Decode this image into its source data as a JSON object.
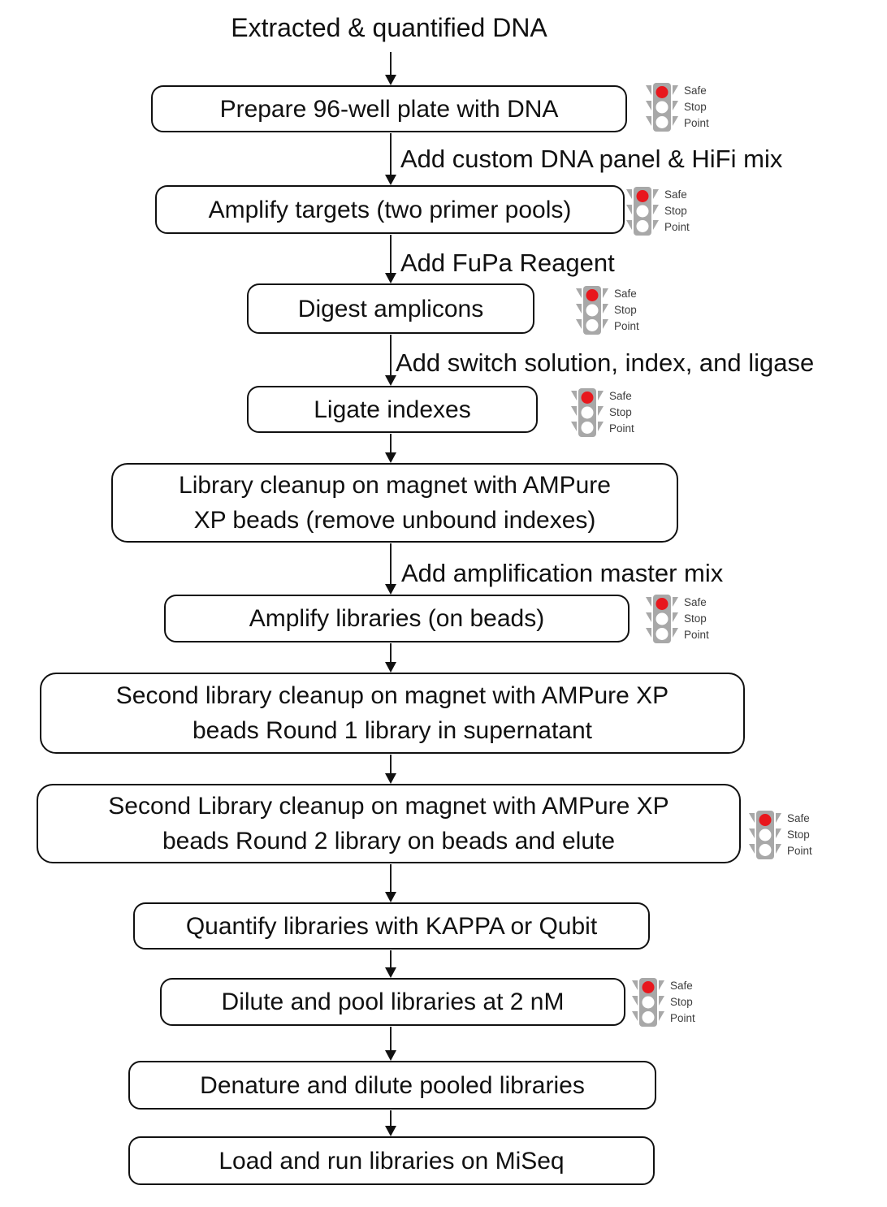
{
  "title": "Extracted & quantified DNA",
  "safe_stop": [
    "Safe",
    "Stop",
    "Point"
  ],
  "colors": {
    "background": "#ffffff",
    "box_fill": "#ffffff",
    "box_border": "#111111",
    "text": "#111111",
    "traffic_gray": "#a8a8a8",
    "traffic_red": "#e8171d",
    "safe_stop_text": "#3d3d3d"
  },
  "nodes": [
    {
      "lines": [
        "Prepare 96-well plate with DNA"
      ],
      "safe_stop_point": true
    },
    {
      "lines": [
        "Amplify targets (two primer pools)"
      ],
      "safe_stop_point": true
    },
    {
      "lines": [
        "Digest amplicons"
      ],
      "safe_stop_point": true
    },
    {
      "lines": [
        "Ligate indexes"
      ],
      "safe_stop_point": true
    },
    {
      "lines": [
        "Library cleanup on magnet with AMPure",
        "XP beads (remove unbound indexes)"
      ],
      "safe_stop_point": false
    },
    {
      "lines": [
        "Amplify libraries (on beads)"
      ],
      "safe_stop_point": true
    },
    {
      "lines": [
        "Second library cleanup on magnet with AMPure XP",
        "beads Round 1 library in supernatant"
      ],
      "safe_stop_point": false
    },
    {
      "lines": [
        "Second Library cleanup on magnet with AMPure XP",
        "beads Round 2 library on beads and elute"
      ],
      "safe_stop_point": true
    },
    {
      "lines": [
        "Quantify libraries with KAPPA or Qubit"
      ],
      "safe_stop_point": false
    },
    {
      "lines": [
        "Dilute and pool libraries at 2 nM"
      ],
      "safe_stop_point": true
    },
    {
      "lines": [
        "Denature and dilute pooled libraries"
      ],
      "safe_stop_point": false
    },
    {
      "lines": [
        "Load and run libraries on MiSeq"
      ],
      "safe_stop_point": false
    }
  ],
  "edge_labels": [
    {
      "text": "Add custom DNA panel & HiFi mix"
    },
    {
      "text": "Add FuPa Reagent"
    },
    {
      "text": "Add switch solution, index, and ligase"
    },
    {
      "text": "Add amplification master mix"
    }
  ]
}
